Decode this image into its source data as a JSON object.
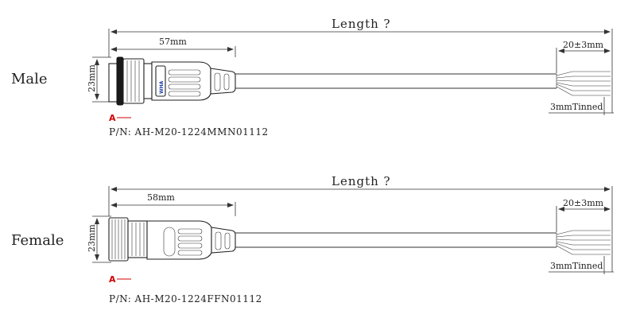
{
  "drawings": [
    {
      "name": "Male",
      "length_label": "Length ?",
      "plug_length": "57mm",
      "height": "23mm",
      "strip_length": "20±3mm",
      "tinned": "3mmTinned",
      "marker": "A",
      "part_number": "P/N:  AH-M20-1224MMN01112",
      "logo_text": "WHA"
    },
    {
      "name": "Female",
      "length_label": "Length ?",
      "plug_length": "58mm",
      "height": "23mm",
      "strip_length": "20±3mm",
      "tinned": "3mmTinned",
      "marker": "A",
      "part_number": "P/N:  AH-M20-1224FFN01112"
    }
  ],
  "colors": {
    "marker": "#d00000",
    "logo": "#1d3fb0",
    "line": "#333333"
  }
}
